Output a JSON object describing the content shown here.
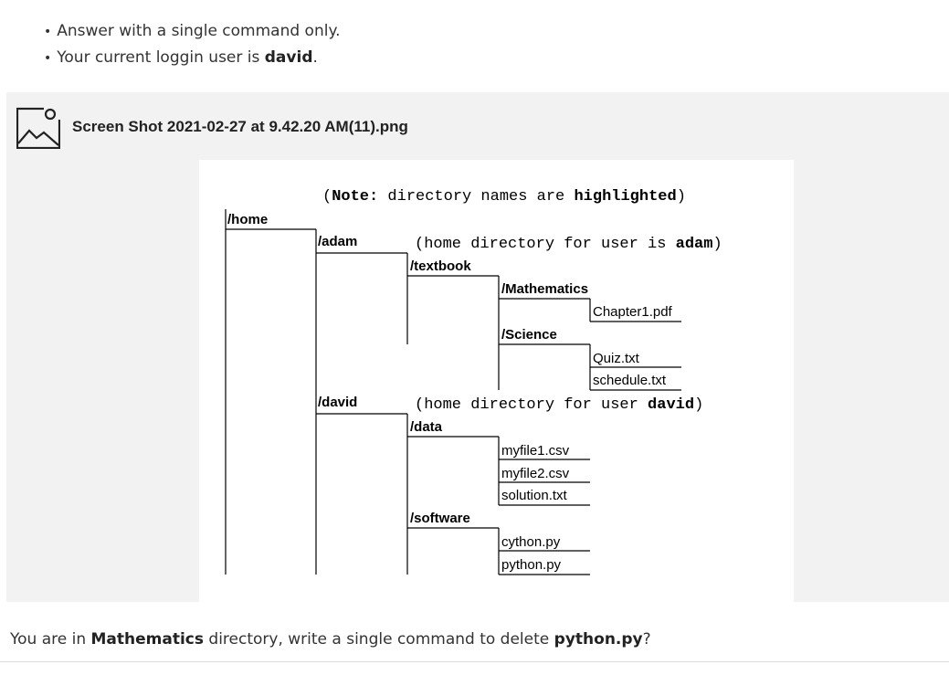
{
  "instructions": {
    "bullet1": "Answer with a single command only.",
    "bullet2_prefix": "Your current loggin user is ",
    "bullet2_user": "david",
    "bullet2_suffix": "."
  },
  "attachment": {
    "icon": "image-icon",
    "filename": "Screen Shot 2021-02-27 at 9.42.20 AM(11).png"
  },
  "figure": {
    "note_open": "(",
    "note_label": "Note:",
    "note_text": " directory names are ",
    "note_bold": "highlighted",
    "note_close": ")",
    "home": "/home",
    "adam": "/adam",
    "adam_note_text": "(home directory for user is ",
    "adam_note_user": "adam",
    "adam_note_close": ")",
    "textbook": "/textbook",
    "mathematics": "/Mathematics",
    "chapter1": "Chapter1.pdf",
    "science": "/Science",
    "quiz": "Quiz.txt",
    "schedule": "schedule.txt",
    "david": "/david",
    "david_note_text": "(home directory for user ",
    "david_note_user": "david",
    "david_note_close": ")",
    "data": "/data",
    "myfile1": "myfile1.csv",
    "myfile2": "myfile2.csv",
    "solution": "solution.txt",
    "software": "/software",
    "cython": "cython.py",
    "python": "python.py"
  },
  "question": {
    "prefix": "You are in ",
    "dir": "Mathematics",
    "middle": " directory, write a single command to delete ",
    "file": "python.py",
    "suffix": "?"
  }
}
